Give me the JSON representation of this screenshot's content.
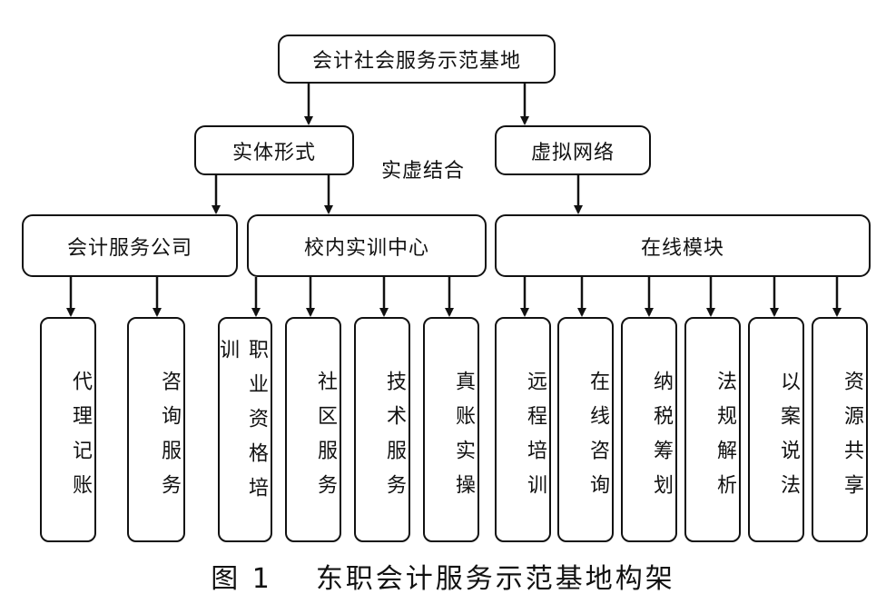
{
  "root": {
    "label": "会计社会服务示范基地"
  },
  "level1": [
    {
      "label": "实体形式"
    },
    {
      "label": "虚拟网络"
    }
  ],
  "connector_label": "实虚结合",
  "level2": [
    {
      "label": "会计服务公司"
    },
    {
      "label": "校内实训中心"
    },
    {
      "label": "在线模块"
    }
  ],
  "leaves": [
    {
      "label": "代理记账"
    },
    {
      "label": "咨询服务"
    },
    {
      "label": "职业资格培训"
    },
    {
      "label": "社区服务"
    },
    {
      "label": "技术服务"
    },
    {
      "label": "真账实操"
    },
    {
      "label": "远程培训"
    },
    {
      "label": "在线咨询"
    },
    {
      "label": "纳税筹划"
    },
    {
      "label": "法规解析"
    },
    {
      "label": "以案说法"
    },
    {
      "label": "资源共享"
    }
  ],
  "caption": {
    "figure_number": "图 1",
    "title": "东职会计服务示范基地构架"
  }
}
